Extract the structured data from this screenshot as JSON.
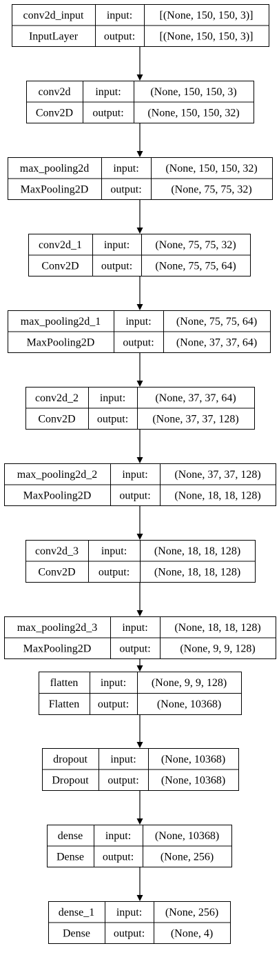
{
  "nodes": [
    {
      "name": "conv2d_input",
      "type": "InputLayer",
      "input_label": "input:",
      "output_label": "output:",
      "input_shape": "[(None, 150, 150, 3)]",
      "output_shape": "[(None, 150, 150, 3)]"
    },
    {
      "name": "conv2d",
      "type": "Conv2D",
      "input_label": "input:",
      "output_label": "output:",
      "input_shape": "(None, 150, 150, 3)",
      "output_shape": "(None, 150, 150, 32)"
    },
    {
      "name": "max_pooling2d",
      "type": "MaxPooling2D",
      "input_label": "input:",
      "output_label": "output:",
      "input_shape": "(None, 150, 150, 32)",
      "output_shape": "(None, 75, 75, 32)"
    },
    {
      "name": "conv2d_1",
      "type": "Conv2D",
      "input_label": "input:",
      "output_label": "output:",
      "input_shape": "(None, 75, 75, 32)",
      "output_shape": "(None, 75, 75, 64)"
    },
    {
      "name": "max_pooling2d_1",
      "type": "MaxPooling2D",
      "input_label": "input:",
      "output_label": "output:",
      "input_shape": "(None, 75, 75, 64)",
      "output_shape": "(None, 37, 37, 64)"
    },
    {
      "name": "conv2d_2",
      "type": "Conv2D",
      "input_label": "input:",
      "output_label": "output:",
      "input_shape": "(None, 37, 37, 64)",
      "output_shape": "(None, 37, 37, 128)"
    },
    {
      "name": "max_pooling2d_2",
      "type": "MaxPooling2D",
      "input_label": "input:",
      "output_label": "output:",
      "input_shape": "(None, 37, 37, 128)",
      "output_shape": "(None, 18, 18, 128)"
    },
    {
      "name": "conv2d_3",
      "type": "Conv2D",
      "input_label": "input:",
      "output_label": "output:",
      "input_shape": "(None, 18, 18, 128)",
      "output_shape": "(None, 18, 18, 128)"
    },
    {
      "name": "max_pooling2d_3",
      "type": "MaxPooling2D",
      "input_label": "input:",
      "output_label": "output:",
      "input_shape": "(None, 18, 18, 128)",
      "output_shape": "(None, 9, 9, 128)"
    },
    {
      "name": "flatten",
      "type": "Flatten",
      "input_label": "input:",
      "output_label": "output:",
      "input_shape": "(None, 9, 9, 128)",
      "output_shape": "(None, 10368)"
    },
    {
      "name": "dropout",
      "type": "Dropout",
      "input_label": "input:",
      "output_label": "output:",
      "input_shape": "(None, 10368)",
      "output_shape": "(None, 10368)"
    },
    {
      "name": "dense",
      "type": "Dense",
      "input_label": "input:",
      "output_label": "output:",
      "input_shape": "(None, 10368)",
      "output_shape": "(None, 256)"
    },
    {
      "name": "dense_1",
      "type": "Dense",
      "input_label": "input:",
      "output_label": "output:",
      "input_shape": "(None, 256)",
      "output_shape": "(None, 4)"
    }
  ],
  "style": {
    "line_color": "#000000",
    "background": "#ffffff",
    "text_color": "#000000"
  }
}
